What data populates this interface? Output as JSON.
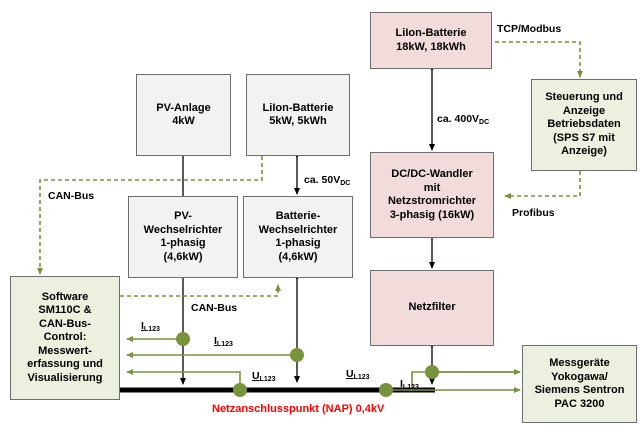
{
  "boxes": {
    "pv_anlage": [
      "PV-Anlage",
      "4kW"
    ],
    "lilon_small": [
      "LiIon-Batterie",
      "5kW, 5kWh"
    ],
    "lilon_big": [
      "LiIon-Batterie",
      "18kW, 18kWh"
    ],
    "pv_inverter": [
      "PV-",
      "Wechselrichter",
      "1-phasig",
      "(4,6kW)"
    ],
    "batt_inverter": [
      "Batterie-",
      "Wechselrichter",
      "1-phasig",
      "(4,6kW)"
    ],
    "dcdc": [
      "DC/DC-Wandler",
      "mit",
      "Netzstromrichter",
      "3-phasig (16kW)"
    ],
    "netzfilter": [
      "Netzfilter"
    ],
    "steuerung": [
      "Steuerung und",
      "Anzeige",
      "Betriebsdaten",
      "(SPS S7 mit",
      "Anzeige)"
    ],
    "software": [
      "Software",
      "SM110C &",
      "CAN-Bus-",
      "Control:",
      "Messwert-",
      "erfassung und",
      "Visualisierung"
    ],
    "messgeraete": [
      "Messgeräte",
      "Yokogawa/",
      "Siemens Sentron",
      "PAC 3200"
    ]
  },
  "labels": {
    "tcp_modbus": "TCP/Modbus",
    "profibus": "Profibus",
    "can_bus_left": "CAN-Bus",
    "can_bus_mid": "CAN-Bus",
    "v400": "ca. 400V",
    "v400_sub": "DC",
    "v50": "ca. 50V",
    "v50_sub": "DC",
    "i_left": "I",
    "i_left_sub": "L123",
    "i_mid": "I",
    "i_mid_sub": "L123",
    "i_right": "I",
    "i_right_sub": "L123",
    "u_left": "U",
    "u_left_sub": "L123",
    "u_right": "U",
    "u_right_sub": "L123",
    "nap": "Netzanschlusspunkt (NAP) 0,4kV"
  },
  "colors": {
    "signal_green": "#77933c",
    "node_green": "#77933c",
    "nap_red": "#ff0000",
    "grey_fill": "#f2f2f2",
    "pink_fill": "#f2dcdb",
    "green_fill": "#ebf1de"
  }
}
